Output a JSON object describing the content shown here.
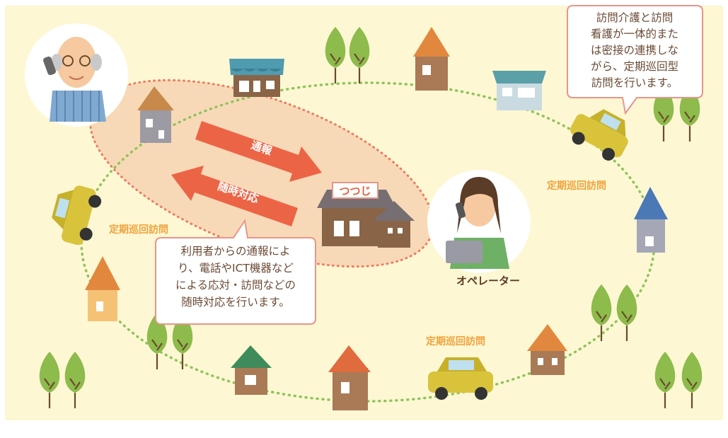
{
  "colors": {
    "background": "#fdf7d3",
    "frame": "#ffffff",
    "route_dots": "#8fc35b",
    "call_dots": "#ee7b61",
    "call_zone": "#f8d9b7",
    "arrow": "#ec6446",
    "callout_border": "#e8958a",
    "route_label": "#f0a23c",
    "operator_label": "#5a3c27"
  },
  "icons": {
    "elderly": "elderly-man-on-phone-icon",
    "operator": "operator-woman-with-headset-icon",
    "center": "tsutsuji-care-center-icon",
    "car": "patrol-car-icon",
    "house": "house-icon",
    "tree": "tree-icon"
  },
  "arrows": {
    "report": "通報",
    "response": "随時対応"
  },
  "center_sign": "つつじ",
  "operator_label": "オペレーター",
  "route_labels": {
    "right": "定期巡回訪問",
    "left": "定期巡回訪問",
    "bottom": "定期巡回訪問"
  },
  "callout_top": {
    "lines": [
      "訪問介護と訪問",
      "看護が一体的また",
      "は密接の連携しな",
      "がら、定期巡回型",
      "訪問を行います。"
    ]
  },
  "callout_left": {
    "lines": [
      "利用者からの通報によ",
      "り、電話やICT機器など",
      "による応対・訪問などの",
      "随時対応を行います。"
    ]
  }
}
